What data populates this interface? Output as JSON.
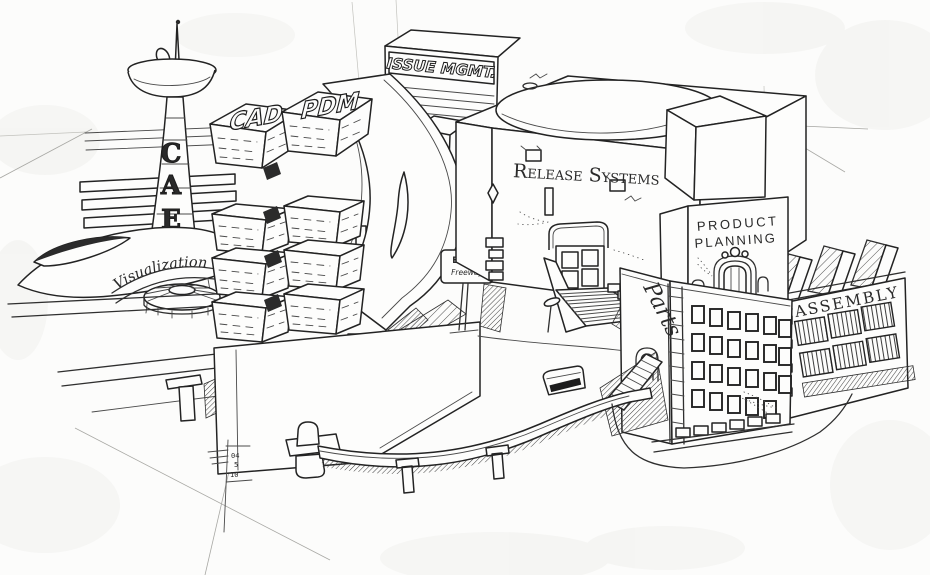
{
  "colors": {
    "ink": "#2f2f2f",
    "paper": "#fcfcfb"
  },
  "labels": {
    "cae_tower": {
      "word": "CAE",
      "letters": [
        "C",
        "A",
        "E"
      ]
    },
    "visualization": "Visualization",
    "cad_stack": "CAD",
    "pdm_stack": "PDM",
    "issue_mgmt": "ISSUE MGMT.",
    "release_systems": "Release Systems",
    "excel_sign": {
      "line1": "EXCEL",
      "line2": "Freeway"
    },
    "parts": "Parts",
    "product_planning": {
      "line1": "PRODUCT",
      "line2": "PLANNING"
    },
    "assembly": "ASSEMBLY",
    "artist_signature": {
      "line1": "04",
      "line2": "5",
      "line3": "10"
    }
  }
}
